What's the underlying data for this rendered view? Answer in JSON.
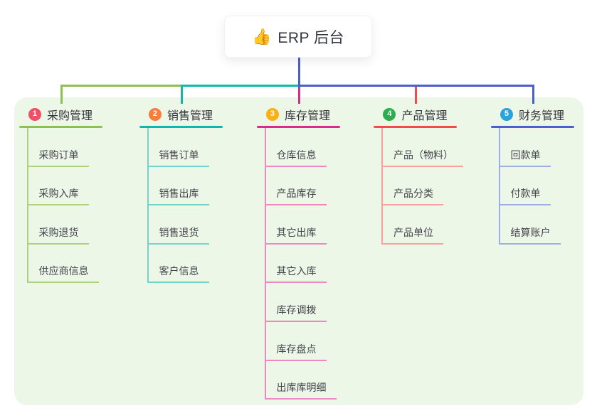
{
  "root": {
    "label": "ERP 后台",
    "icon": "thumbs-up-icon",
    "icon_glyph": "👍"
  },
  "colors": {
    "canvas_bg": "#ffffff",
    "panel_bg": "#edf7e8",
    "root_line": "#4a5ed0",
    "text_dark": "#36363e",
    "text_child": "#45454d"
  },
  "branches": [
    {
      "num": "1",
      "label": "采购管理",
      "badge_color": "#ee4f69",
      "line_color": "#8cc152",
      "child_line_color": "#abd37e",
      "children": [
        "采购订单",
        "采购入库",
        "采购退货",
        "供应商信息"
      ]
    },
    {
      "num": "2",
      "label": "销售管理",
      "badge_color": "#f87d3d",
      "line_color": "#12b7ab",
      "child_line_color": "#72d5cb",
      "children": [
        "销售订单",
        "销售出库",
        "销售退货",
        "客户信息"
      ]
    },
    {
      "num": "3",
      "label": "库存管理",
      "badge_color": "#fbb017",
      "line_color": "#da2d8b",
      "child_line_color": "#ef87c3",
      "children": [
        "仓库信息",
        "产品库存",
        "其它出库",
        "其它入库",
        "库存调拨",
        "库存盘点",
        "出库库明细"
      ]
    },
    {
      "num": "4",
      "label": "产品管理",
      "badge_color": "#2ead50",
      "line_color": "#f34b4b",
      "child_line_color": "#f9a09c",
      "children": [
        "产品（物料）",
        "产品分类",
        "产品单位"
      ]
    },
    {
      "num": "5",
      "label": "财务管理",
      "badge_color": "#28a4dc",
      "line_color": "#4a5ed0",
      "child_line_color": "#9daee6",
      "children": [
        "回款单",
        "付款单",
        "结算账户"
      ]
    }
  ]
}
